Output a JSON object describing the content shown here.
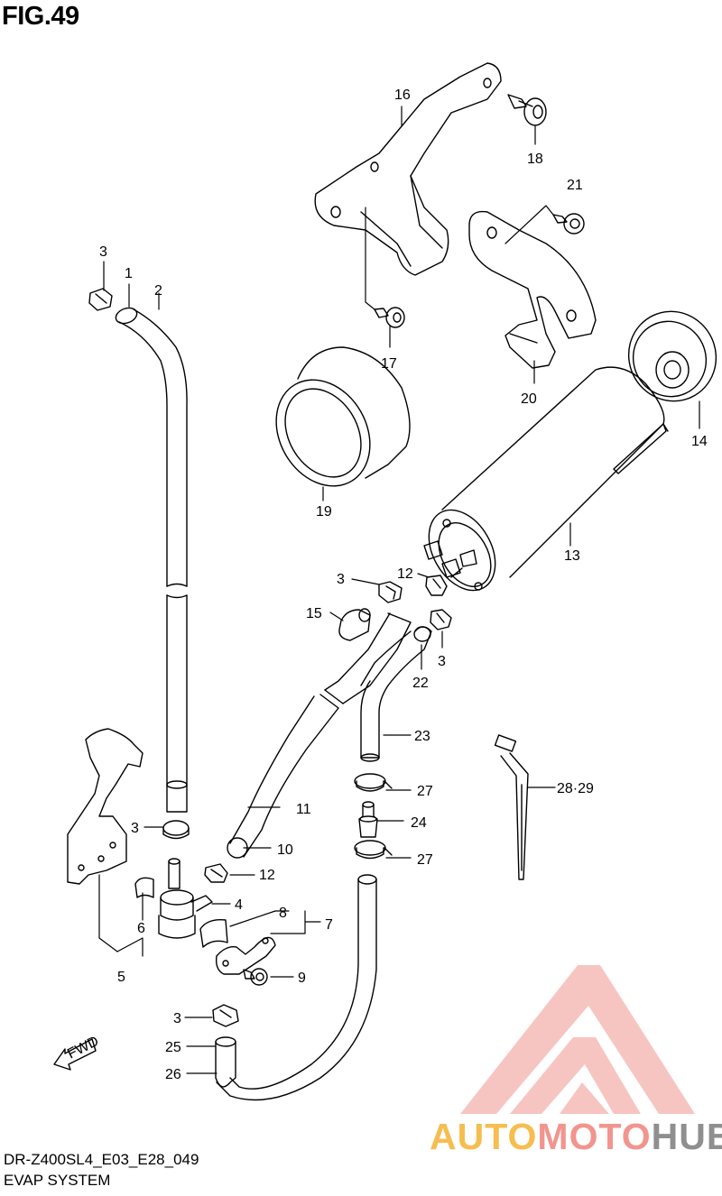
{
  "figure_title": "FIG.49",
  "footer": {
    "model_code": "DR-Z400SL4_E03_E28_049",
    "system_name": "EVAP SYSTEM"
  },
  "fwd_label": "FWD",
  "watermark": {
    "part1": "AUTO",
    "part2": "MOTO",
    "part3": "HUB",
    "colors": {
      "auto": "#f6bd4f",
      "moto": "#f1958e",
      "hub": "#8f8f8f",
      "triangle": "#f1958e"
    }
  },
  "callouts": {
    "c1": "1",
    "c2": "2",
    "c3a": "3",
    "c3b": "3",
    "c3c": "3",
    "c3d": "3",
    "c3e": "3",
    "c4": "4",
    "c5": "5",
    "c6": "6",
    "c7": "7",
    "c8": "8",
    "c9": "9",
    "c10": "10",
    "c11": "11",
    "c12a": "12",
    "c12b": "12",
    "c13": "13",
    "c14": "14",
    "c15": "15",
    "c16": "16",
    "c17": "17",
    "c18": "18",
    "c19": "19",
    "c20": "20",
    "c21": "21",
    "c22": "22",
    "c23": "23",
    "c24": "24",
    "c25": "25",
    "c26": "26",
    "c27a": "27",
    "c27b": "27",
    "c2829": "28·29"
  }
}
